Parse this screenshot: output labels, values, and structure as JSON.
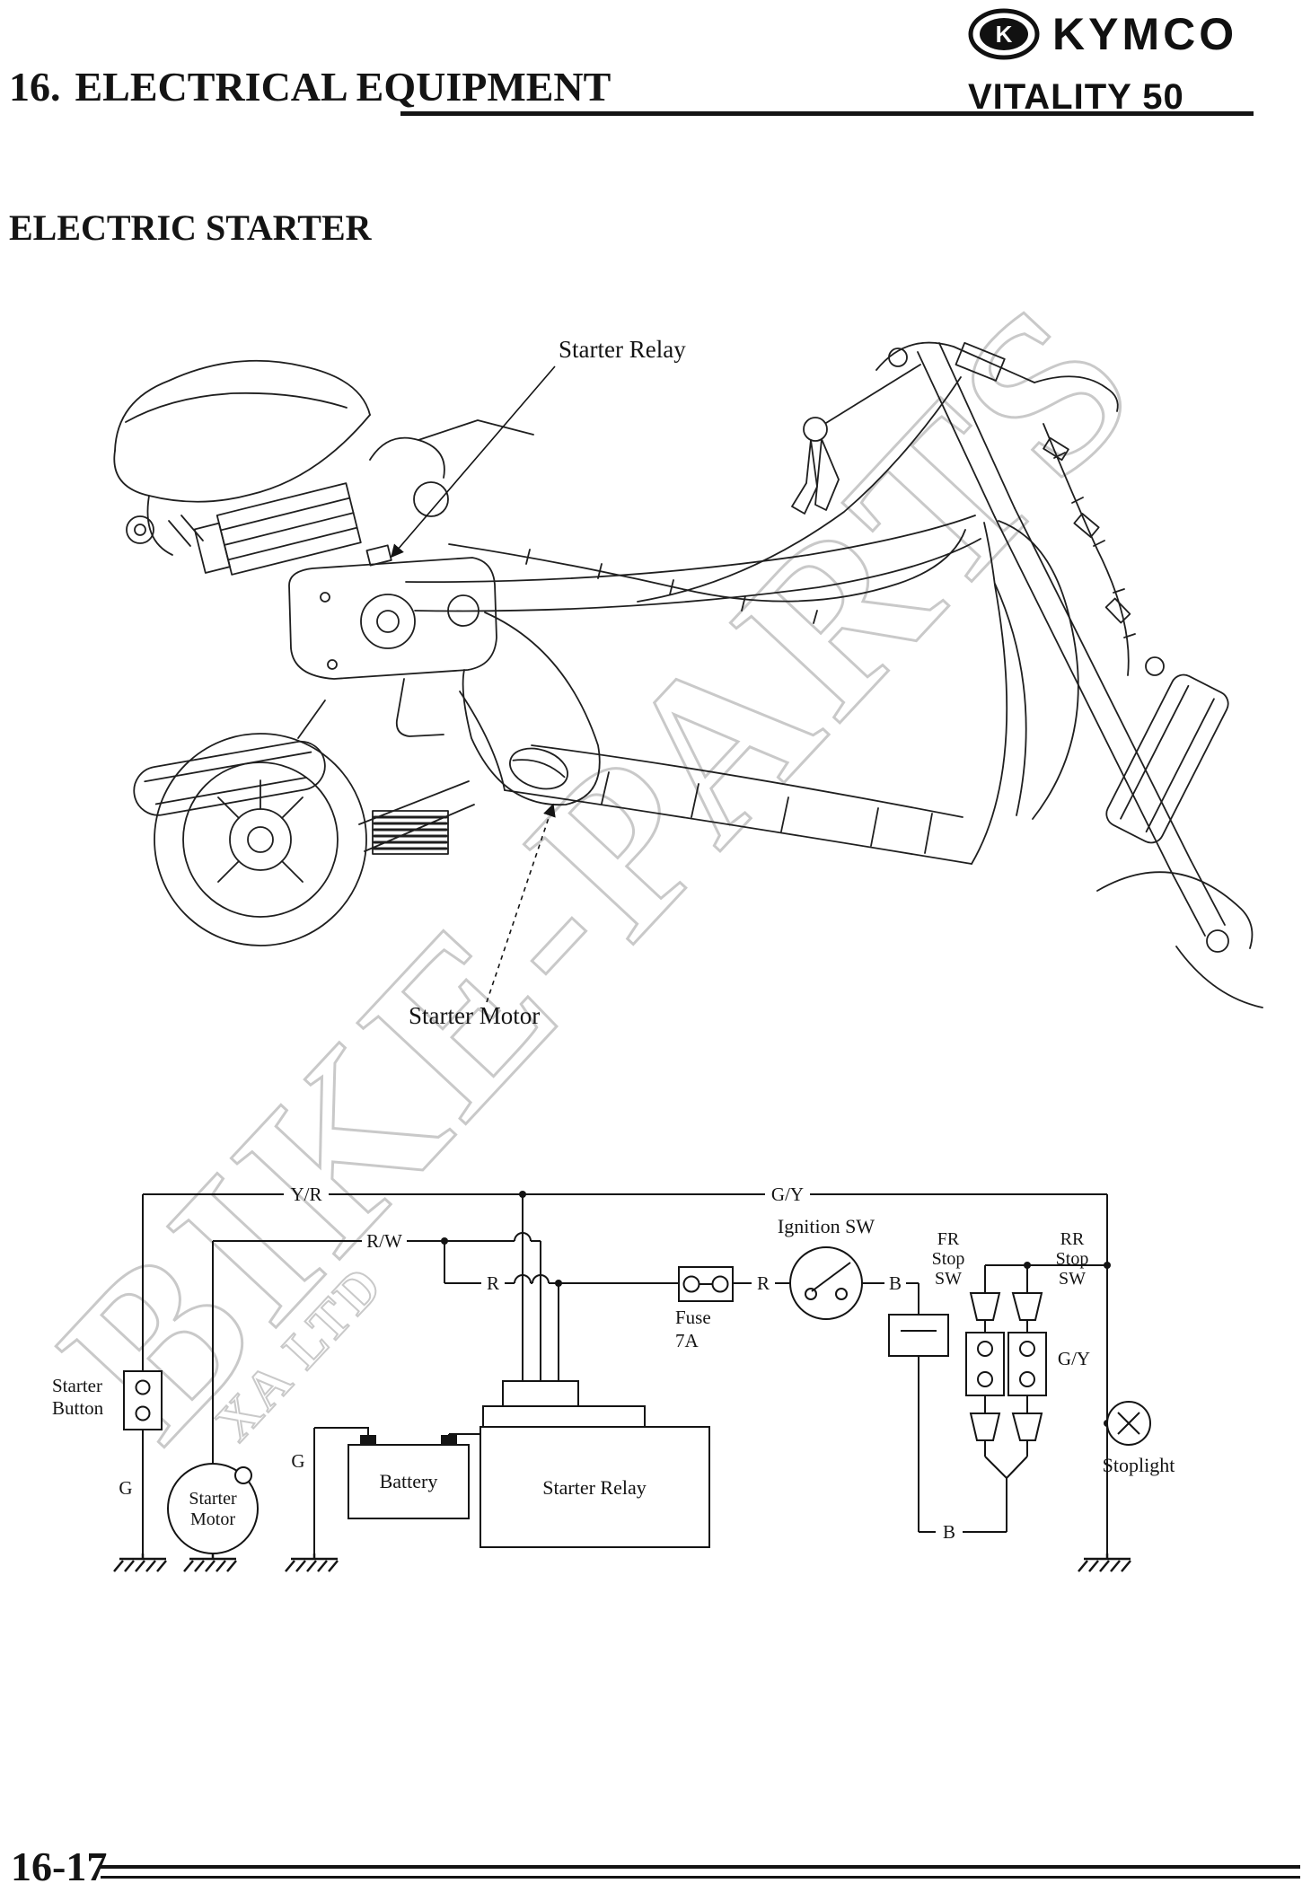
{
  "colors": {
    "ink": "#141414",
    "watermark": "#c9c9c9"
  },
  "header": {
    "brand": "KYMCO",
    "logo_letter": "K",
    "section_number": "16.",
    "section_title": "ELECTRICAL EQUIPMENT",
    "model": "VITALITY 50"
  },
  "heading": "ELECTRIC STARTER",
  "watermark": {
    "primary": "BIKE-PARTS",
    "secondary": "XA LTD"
  },
  "illustration": {
    "labels": {
      "relay": "Starter Relay",
      "motor": "Starter Motor"
    }
  },
  "schematic": {
    "wire_labels": {
      "yr": "Y/R",
      "rw": "R/W",
      "r_left": "R",
      "r_right": "R",
      "gy_top": "G/Y",
      "gy_right": "G/Y",
      "b_right": "B",
      "b_bottom": "B",
      "g_button": "G",
      "g_battery": "G"
    },
    "components": {
      "starter_button_1": "Starter",
      "starter_button_2": "Button",
      "starter_motor_1": "Starter",
      "starter_motor_2": "Motor",
      "battery": "Battery",
      "starter_relay": "Starter Relay",
      "fuse_1": "Fuse",
      "fuse_2": "7A",
      "ignition": "Ignition SW",
      "fr_1": "FR",
      "fr_2": "Stop",
      "fr_3": "SW",
      "rr_1": "RR",
      "rr_2": "Stop",
      "rr_3": "SW",
      "stoplight": "Stoplight"
    }
  },
  "footer": {
    "page_number": "16-17"
  }
}
